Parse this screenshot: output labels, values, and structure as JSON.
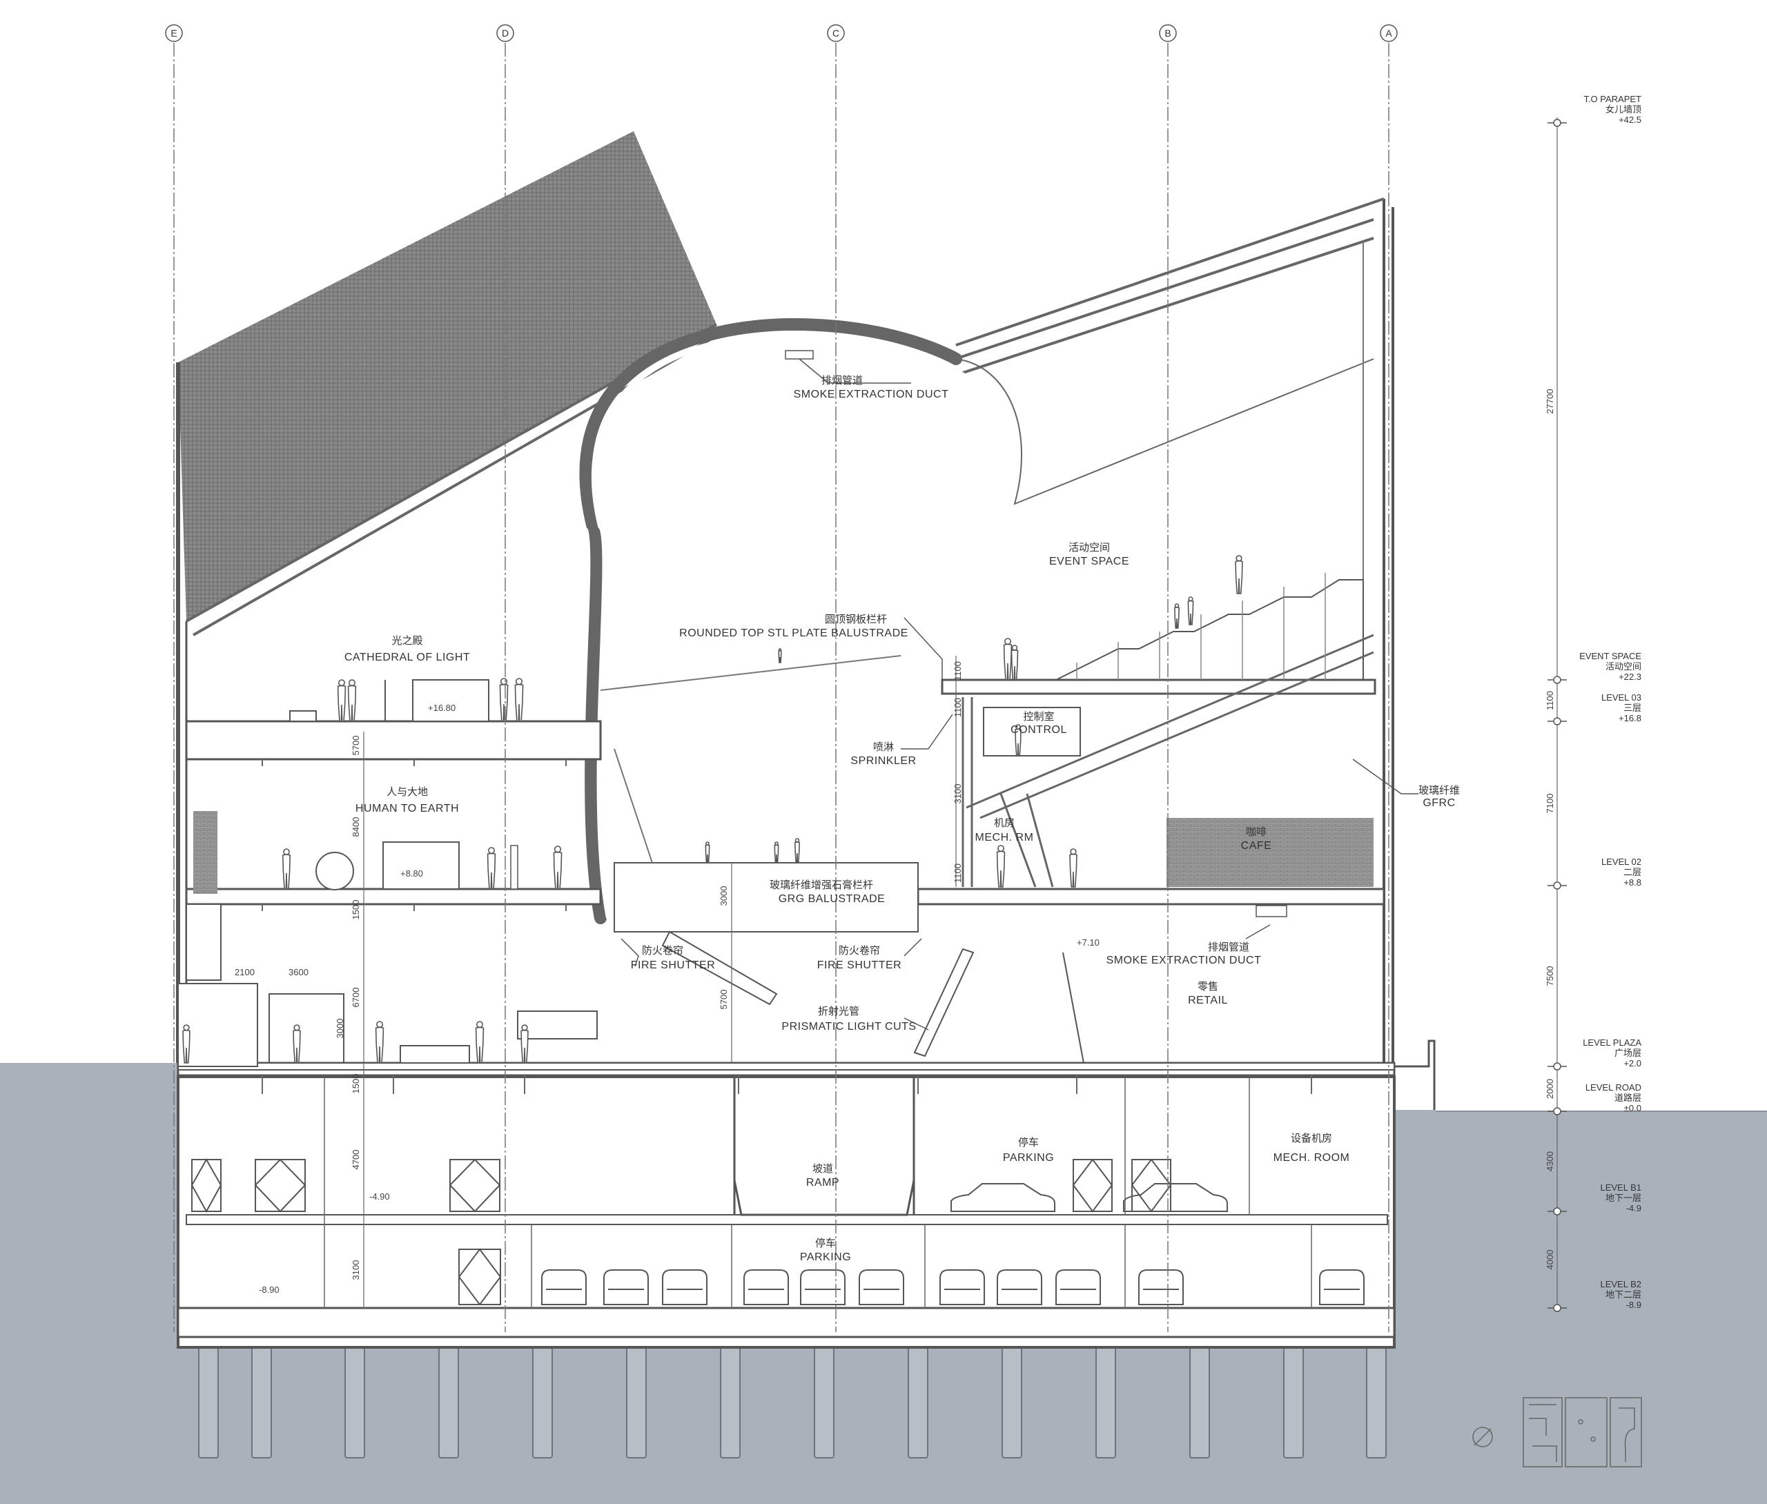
{
  "grid_axes": [
    "E",
    "D",
    "C",
    "B",
    "A"
  ],
  "rooms": {
    "cathedral_cn": "光之殿",
    "cathedral": "CATHEDRAL OF LIGHT",
    "human_cn": "人与大地",
    "human": "HUMAN TO EARTH",
    "event_cn": "活动空间",
    "event": "EVENT SPACE",
    "control_cn": "控制室",
    "control": "CONTROL",
    "mech_cn": "机房",
    "mech": "MECH. RM",
    "cafe_cn": "咖啡",
    "cafe": "CAFE",
    "retail_cn": "零售",
    "retail": "RETAIL",
    "ramp_cn": "坡道",
    "ramp": "RAMP",
    "parking1_cn": "停车",
    "parking1": "PARKING",
    "mech_room_cn": "设备机房",
    "mech_room": "MECH. ROOM",
    "parking2_cn": "停车",
    "parking2": "PARKING"
  },
  "annotations": {
    "smoke_duct_top_cn": "排烟管道",
    "smoke_duct_top": "SMOKE EXTRACTION DUCT",
    "rounded_top_cn": "圆顶钢板栏杆",
    "rounded_top": "ROUNDED TOP STL PLATE BALUSTRADE",
    "sprinkler_cn": "喷淋",
    "sprinkler": "SPRINKLER",
    "grg_cn": "玻璃纤维增强石膏栏杆",
    "grg": "GRG BALUSTRADE",
    "fire_shutter_l_cn": "防火卷帘",
    "fire_shutter_l": "FIRE SHUTTER",
    "fire_shutter_r_cn": "防火卷帘",
    "fire_shutter_r": "FIRE SHUTTER",
    "prismatic_cn": "折射光管",
    "prismatic": "PRISMATIC LIGHT CUTS",
    "smoke_duct_r_cn": "排烟管道",
    "smoke_duct_r": "SMOKE EXTRACTION DUCT",
    "gfrc_cn": "玻璃纤维",
    "gfrc": "GFRC"
  },
  "spot_levels": {
    "l3": "+16.80",
    "l2": "+8.80",
    "plaza": "+7.10",
    "b1": "-4.90",
    "b2": "-8.90"
  },
  "dimensions": {
    "d1": "5700",
    "d2": "8400",
    "d3": "1500",
    "d4": "6700",
    "d5": "3000",
    "d6": "1500",
    "d7": "4700",
    "d8": "3100",
    "d9": "2100",
    "d10": "3600",
    "d11": "3000",
    "d12": "5700",
    "d13": "1100",
    "d14": "1100",
    "d15": "3100",
    "d16": "1100"
  },
  "levels": [
    {
      "name": "T.O PARAPET",
      "cn": "女儿墙顶",
      "value": "+42.5"
    },
    {
      "name": "EVENT SPACE",
      "cn": "活动空间",
      "value": "+22.3"
    },
    {
      "name": "LEVEL 03",
      "cn": "三层",
      "value": "+16.8"
    },
    {
      "name": "LEVEL 02",
      "cn": "二层",
      "value": "+8.8"
    },
    {
      "name": "LEVEL PLAZA",
      "cn": "广场层",
      "value": "+2.0"
    },
    {
      "name": "LEVEL ROAD",
      "cn": "道路层",
      "value": "±0.0"
    },
    {
      "name": "LEVEL B1",
      "cn": "地下一层",
      "value": "-4.9"
    },
    {
      "name": "LEVEL B2",
      "cn": "地下二层",
      "value": "-8.9"
    }
  ],
  "level_dims": [
    "27700",
    "1100",
    "7100",
    "7500",
    "2000",
    "4300",
    "4000"
  ],
  "colors": {
    "ground": "#a9b2bb",
    "line": "#555555",
    "hatch": "#6e6e6e"
  }
}
